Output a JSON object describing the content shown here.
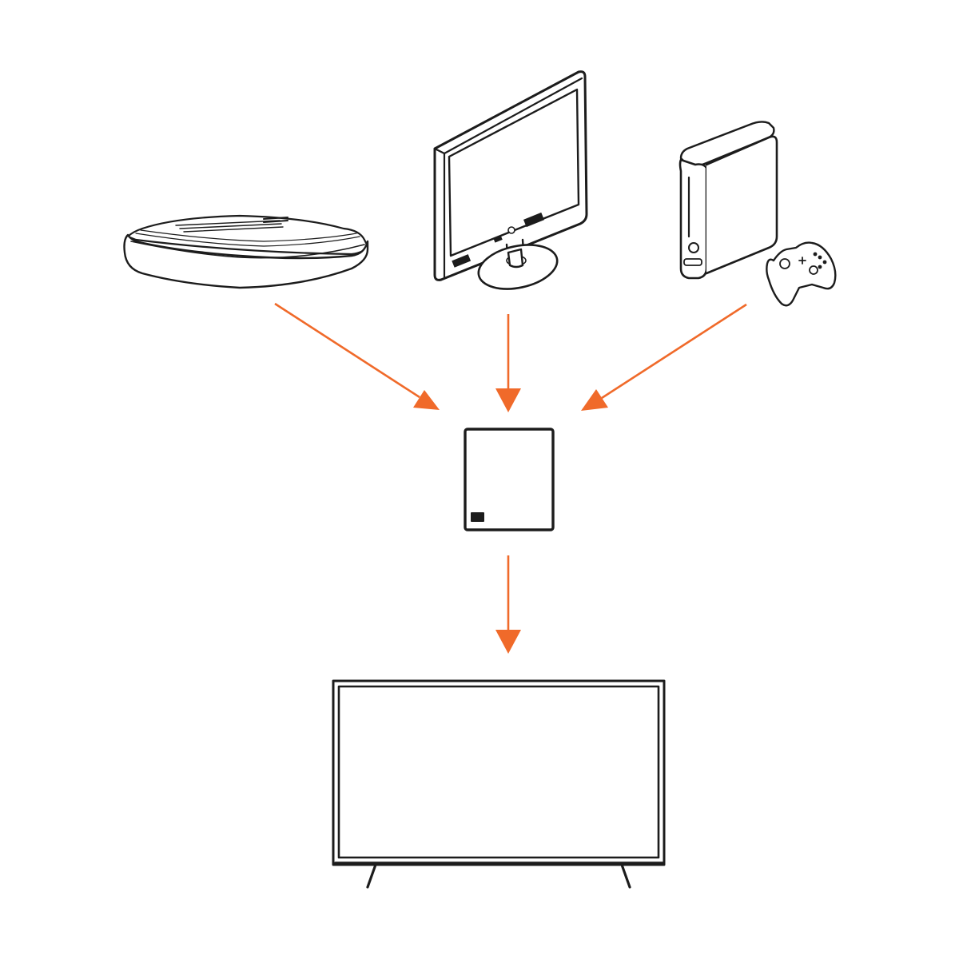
{
  "colors": {
    "background": "#ffffff",
    "line_art": "#1c1c1c",
    "arrow": "#f06a2a"
  },
  "devices": [
    {
      "name": "set-top-box-icon",
      "role": "source"
    },
    {
      "name": "monitor-icon",
      "role": "source"
    },
    {
      "name": "game-console-icon",
      "role": "source"
    },
    {
      "name": "hub-box-icon",
      "role": "switch"
    },
    {
      "name": "television-icon",
      "role": "display"
    }
  ],
  "connections": [
    {
      "from": "set-top-box-icon",
      "to": "hub-box-icon"
    },
    {
      "from": "monitor-icon",
      "to": "hub-box-icon"
    },
    {
      "from": "game-console-icon",
      "to": "hub-box-icon"
    },
    {
      "from": "hub-box-icon",
      "to": "television-icon"
    }
  ]
}
